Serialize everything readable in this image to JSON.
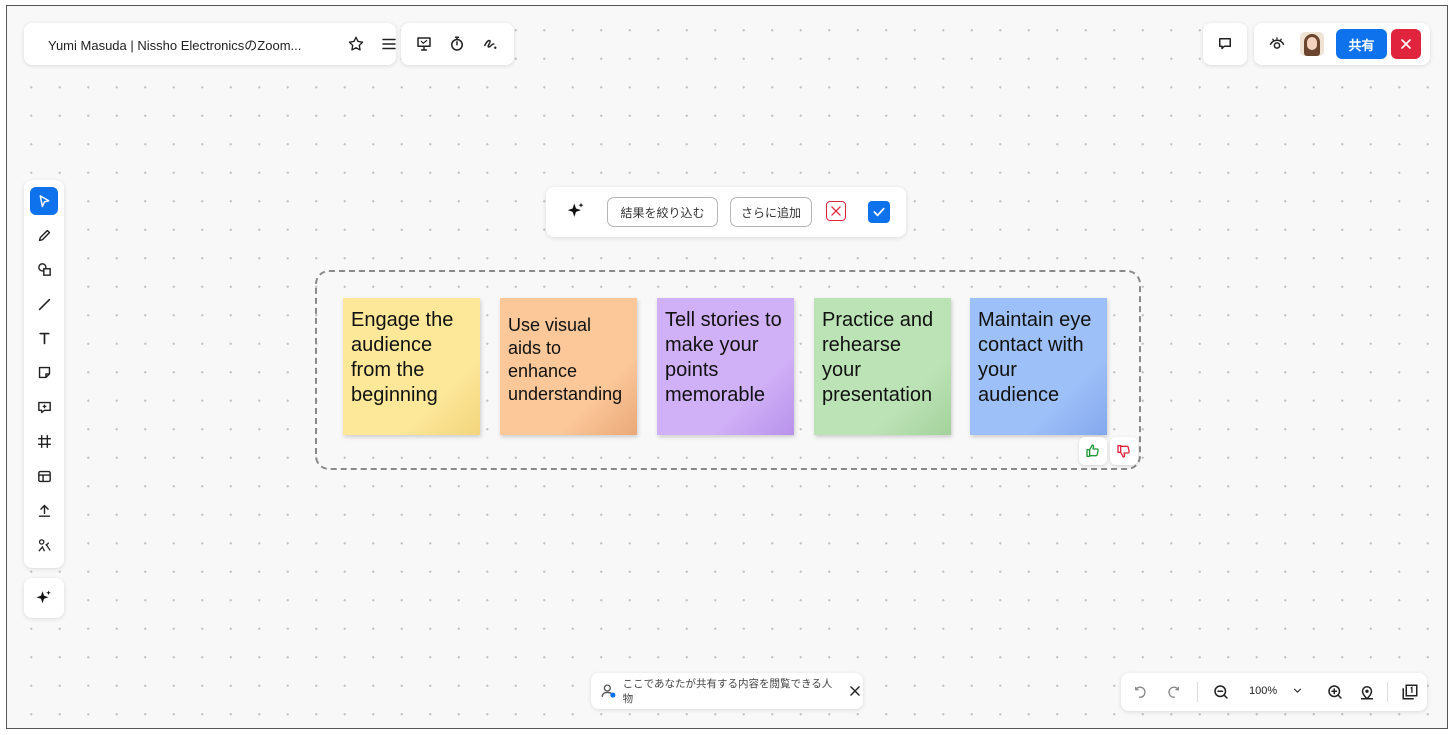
{
  "header": {
    "title": "Yumi Masuda | Nissho ElectronicsのZoom...",
    "share_label": "共有"
  },
  "generation_bar": {
    "refine_label": "結果を絞り込む",
    "add_more_label": "さらに追加"
  },
  "sticky_notes": [
    {
      "text": "Engage the audience from the beginning",
      "color": "#fde89a"
    },
    {
      "text": "Use visual aids to enhance understanding",
      "color": "#fcc89a"
    },
    {
      "text": "Tell stories to make your points memorable",
      "color": "#d0b0f7"
    },
    {
      "text": "Practice and rehearse your presentation",
      "color": "#bce3b6"
    },
    {
      "text": "Maintain eye contact with your audience",
      "color": "#9ec0f8"
    }
  ],
  "audience_notice": {
    "text": "ここであなたが共有する内容を閲覧できる人物"
  },
  "zoom": {
    "level": "100%"
  },
  "colors": {
    "accent": "#0e72ed",
    "danger": "#e0243d",
    "thumbs_up": "#1e9a3a",
    "thumbs_down": "#e0243d"
  },
  "icons": {
    "toolbar": [
      "select-icon",
      "pen-icon",
      "shapes-icon",
      "line-icon",
      "text-icon",
      "sticky-note-icon",
      "comment-icon",
      "frame-icon",
      "template-icon",
      "upload-icon",
      "more-tools-icon"
    ]
  }
}
